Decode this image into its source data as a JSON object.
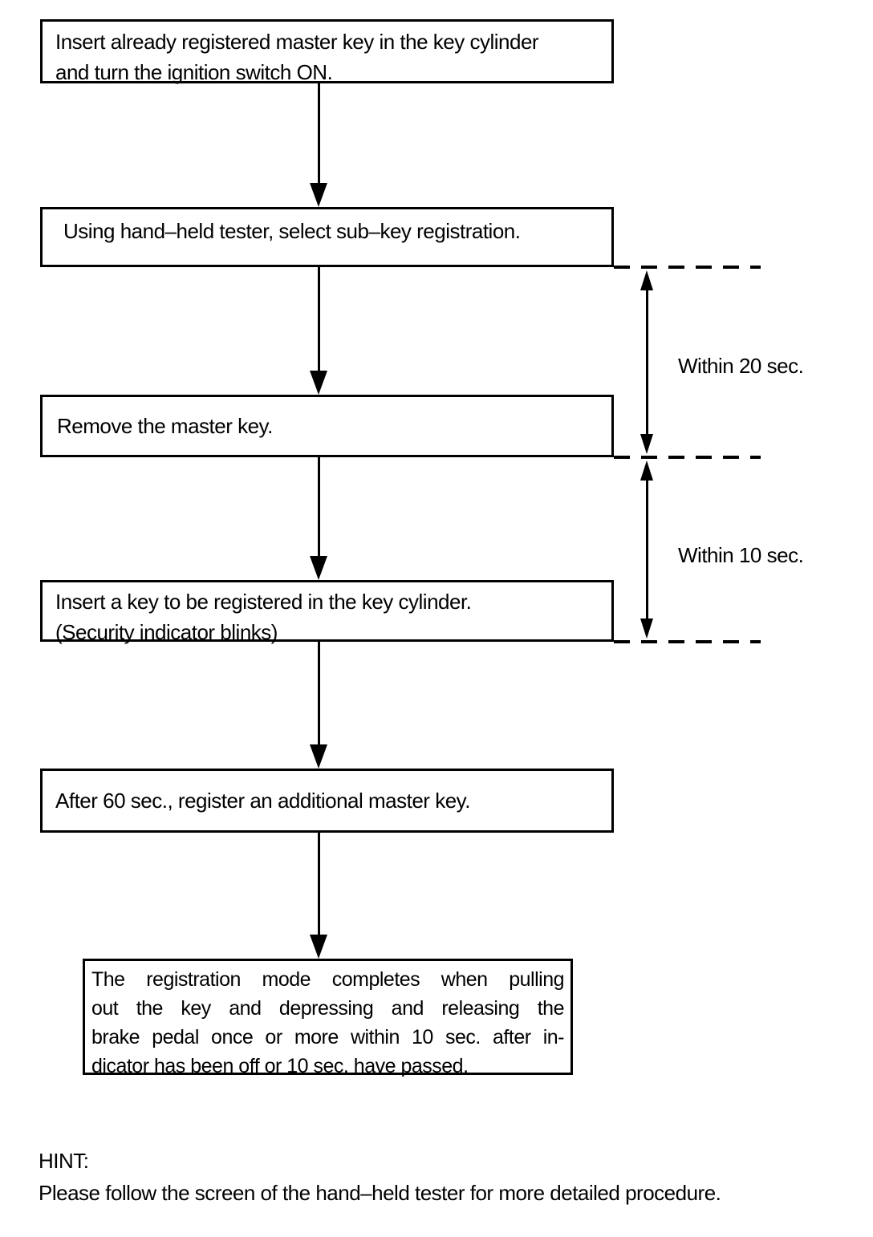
{
  "page": {
    "background_color": "#ffffff",
    "ink_color": "#000000"
  },
  "flowchart": {
    "steps": [
      {
        "lines": [
          "Insert already registered master key in the key cylinder",
          "and turn the ignition switch ON."
        ]
      },
      {
        "lines": [
          "Using hand–held tester, select sub–key registration."
        ]
      },
      {
        "lines": [
          "Remove the master key."
        ]
      },
      {
        "lines": [
          "Insert a key to be registered in the key cylinder.",
          "(Security indicator blinks)"
        ]
      },
      {
        "lines": [
          "After 60 sec., register an additional master key."
        ]
      },
      {
        "lines": [
          "The registration mode completes when pulling",
          "out the key and depressing and releasing the",
          "brake pedal once or more within 10 sec. after in-",
          "dicator has been off or 10 sec. have passed."
        ]
      }
    ],
    "timing_labels": [
      {
        "text": "Within 20 sec."
      },
      {
        "text": "Within 10 sec."
      }
    ]
  },
  "hint": {
    "title": "HINT:",
    "text": "Please follow the screen of the hand–held tester for more detailed procedure."
  }
}
